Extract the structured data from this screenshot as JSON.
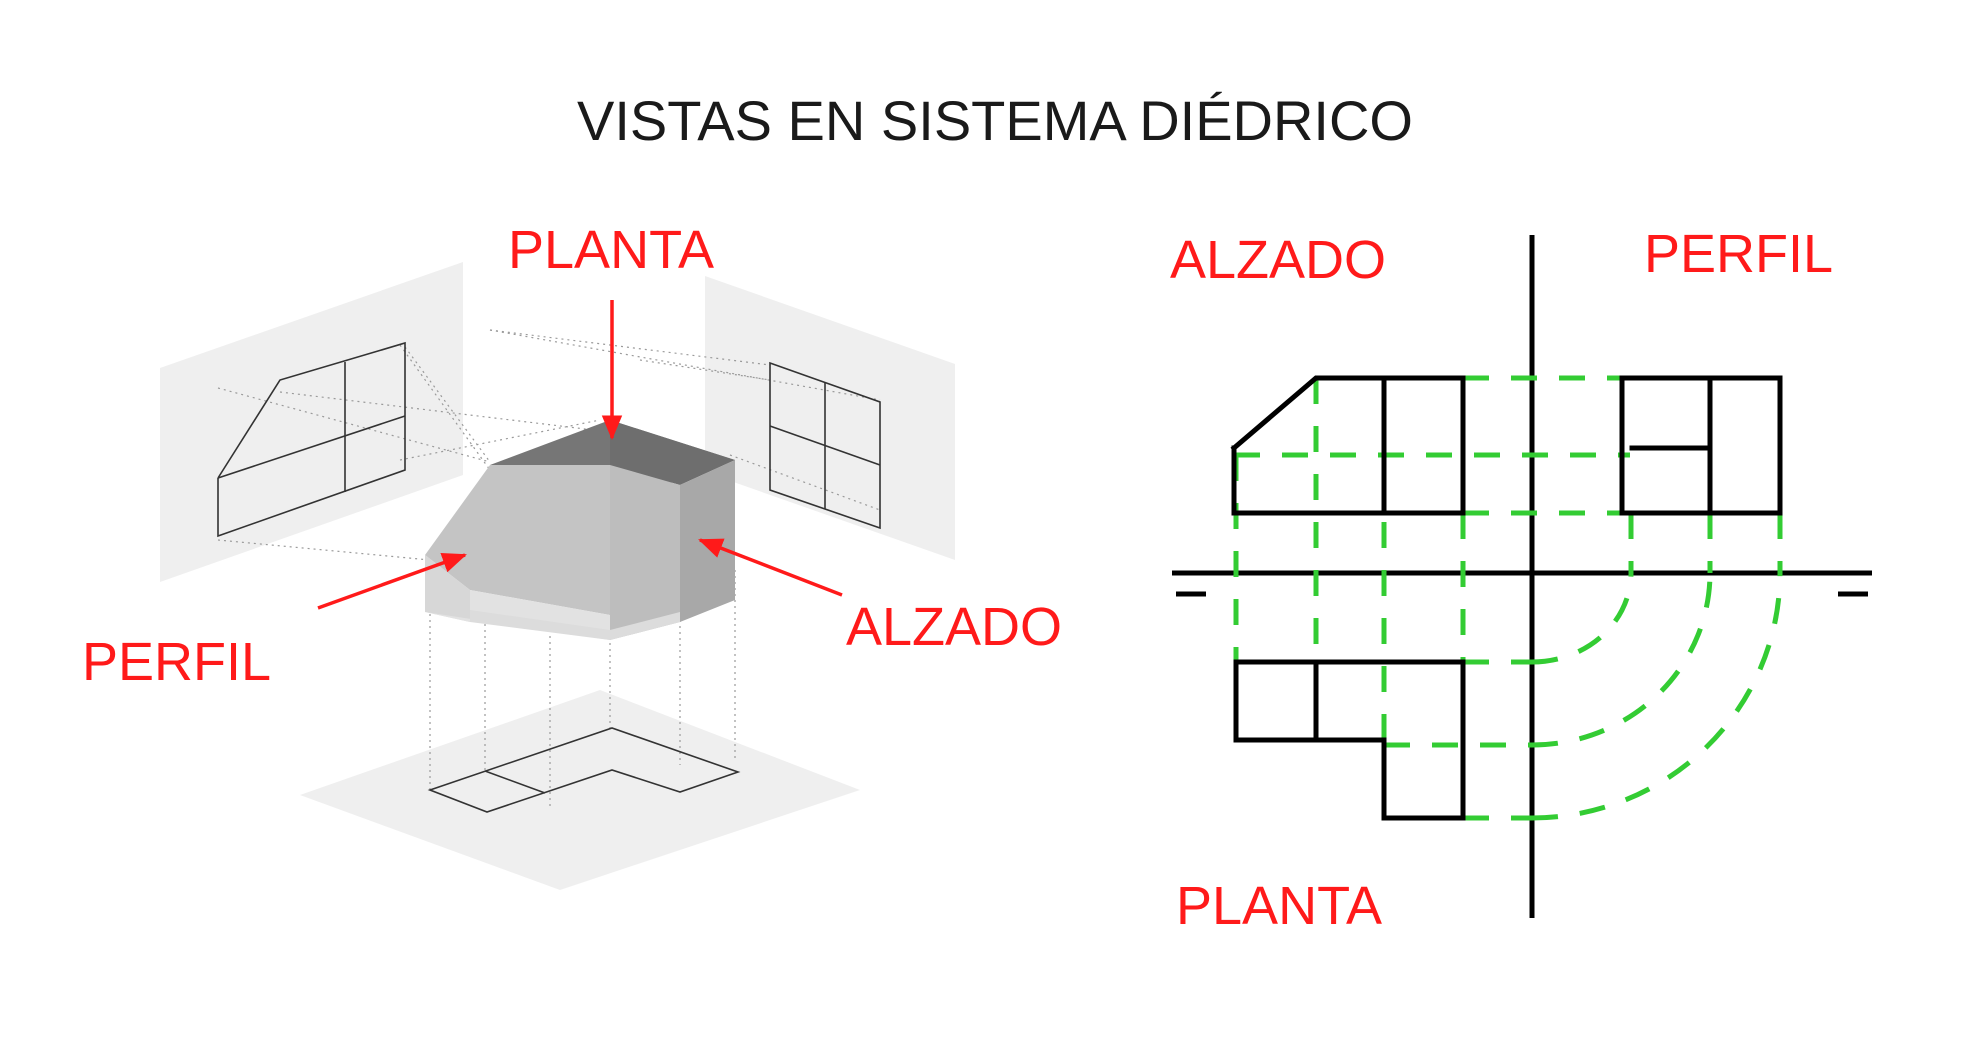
{
  "title": "VISTAS EN SISTEMA DIÉDRICO",
  "isometric": {
    "label_top": "PLANTA",
    "label_left": "PERFIL",
    "label_right": "ALZADO"
  },
  "orthographic": {
    "label_front": "ALZADO",
    "label_side": "PERFIL",
    "label_plan": "PLANTA"
  },
  "colors": {
    "label": "#ff1a1a",
    "projection": "#33cc33",
    "outline": "#000000"
  }
}
